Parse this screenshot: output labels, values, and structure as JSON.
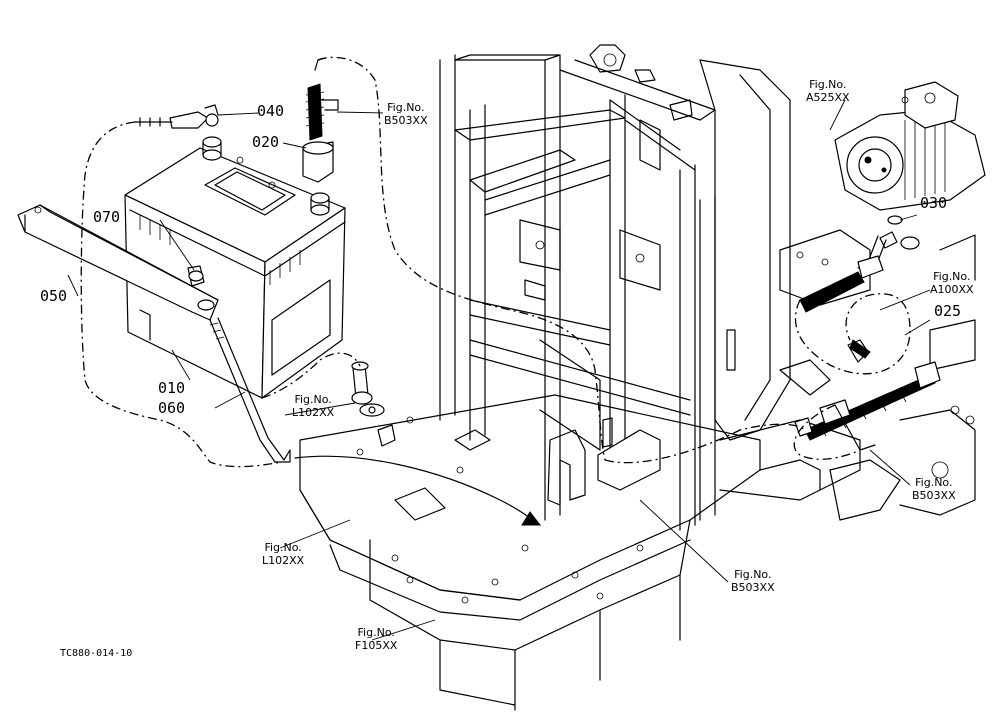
{
  "parts": {
    "p040": "040",
    "p020": "020",
    "p070": "070",
    "p050": "050",
    "p010": "010",
    "p060": "060",
    "p030": "030",
    "p025": "025"
  },
  "figs": {
    "b503_top": {
      "l1": "Fig.No.",
      "l2": "B503XX"
    },
    "a525": {
      "l1": "Fig.No.",
      "l2": "A525XX"
    },
    "a100": {
      "l1": "Fig.No.",
      "l2": "A100XX"
    },
    "l102_top": {
      "l1": "Fig.No.",
      "l2": "L102XX"
    },
    "b503_right": {
      "l1": "Fig.No.",
      "l2": "B503XX"
    },
    "b503_bottom": {
      "l1": "Fig.No.",
      "l2": "B503XX"
    },
    "l102_bottom": {
      "l1": "Fig.No.",
      "l2": "L102XX"
    },
    "f105": {
      "l1": "Fig.No.",
      "l2": "F105XX"
    }
  },
  "drawing_code": "TC880-014-10"
}
